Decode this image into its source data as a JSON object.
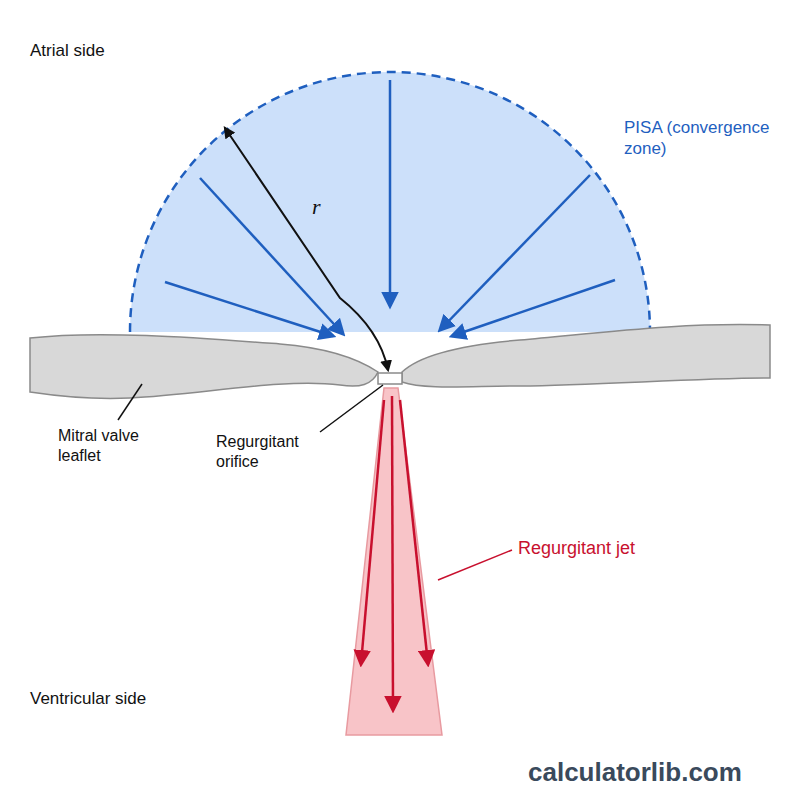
{
  "diagram": {
    "labels": [
      "Atrial side",
      "PISA (convergence zone)",
      "r",
      "Mitral valve leaflet",
      "Regurgitant orifice",
      "Regurgitant jet",
      "Ventricular side",
      "calculatorlib.com"
    ]
  }
}
